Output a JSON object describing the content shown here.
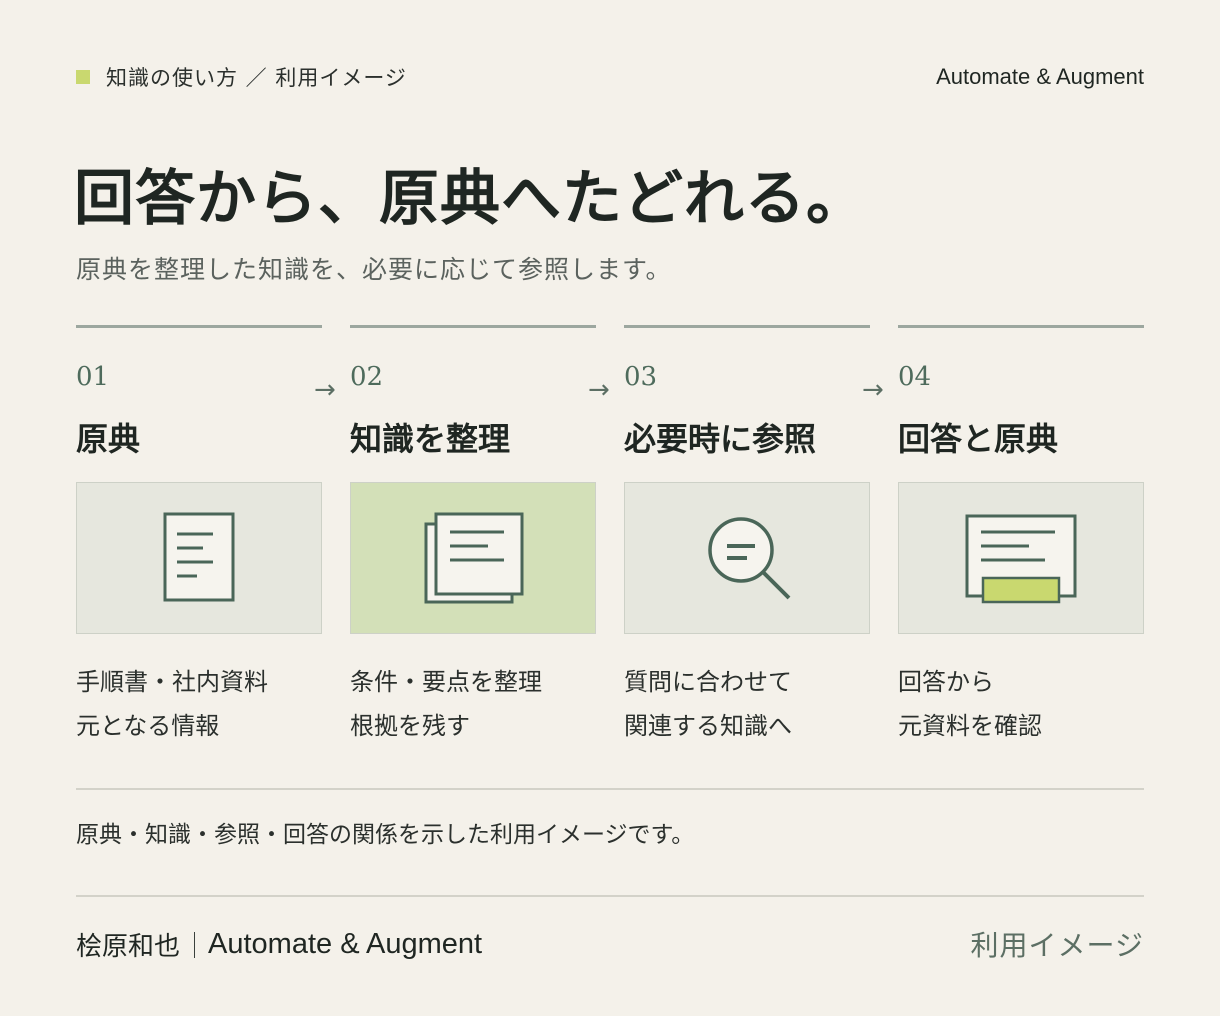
{
  "colors": {
    "accent": "#c9d86f",
    "card_bg": "#e6e7de",
    "card_highlight_bg": "#d3e0b8",
    "icon_stroke": "#4a6658",
    "background": "#f4f1ea"
  },
  "header": {
    "section_label": "知識の使い方 ／ 利用イメージ",
    "brand": "Automate & Augment"
  },
  "hero": {
    "title": "回答から、原典へたどれる。",
    "subtitle": "原典を整理した知識を、必要に応じて参照します。"
  },
  "steps": [
    {
      "number": "01",
      "title": "原典",
      "icon": "document-icon",
      "desc_line1": "手順書・社内資料",
      "desc_line2": "元となる情報",
      "highlighted": false
    },
    {
      "number": "02",
      "title": "知識を整理",
      "icon": "stacked-documents-icon",
      "desc_line1": "条件・要点を整理",
      "desc_line2": "根拠を残す",
      "highlighted": true
    },
    {
      "number": "03",
      "title": "必要時に参照",
      "icon": "search-icon",
      "desc_line1": "質問に合わせて",
      "desc_line2": "関連する知識へ",
      "highlighted": false
    },
    {
      "number": "04",
      "title": "回答と原典",
      "icon": "answer-with-source-icon",
      "desc_line1": "回答から",
      "desc_line2": "元資料を確認",
      "highlighted": false
    }
  ],
  "arrow_glyph": "→",
  "caption": "原典・知識・参照・回答の関係を示した利用イメージです。",
  "footer": {
    "author": "桧原和也",
    "brand": "Automate & Augment",
    "label": "利用イメージ"
  }
}
